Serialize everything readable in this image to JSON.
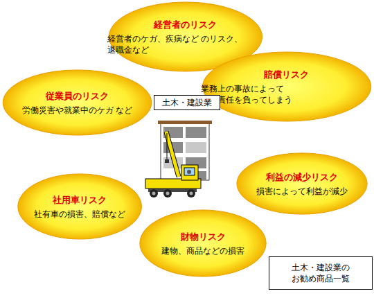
{
  "diagram": {
    "nodes": [
      {
        "text": [
          "経営者のリスク",
          "経営者のケガ、疾病など のリスク、退職金など"
        ]
      },
      {
        "text": [
          "従業員のリスク",
          "労働災害や就業中のケガ など"
        ]
      },
      {
        "text": [
          "賠償リスク",
          "業務上の事故によって 賠償責任を負ってしまう"
        ]
      },
      {
        "text": [
          "土木・建設業"
        ]
      },
      {
        "text": [
          "利益の減少リスク",
          "損害によって利益が減少"
        ]
      },
      {
        "text": [
          "社用車リスク",
          "社有車の損害、賠償など"
        ]
      },
      {
        "text": [
          "財物リスク",
          "建物、商品などの損害"
        ]
      },
      {
        "text": [
          "土木・建設業の お勧め商品一覧"
        ]
      }
    ]
  }
}
